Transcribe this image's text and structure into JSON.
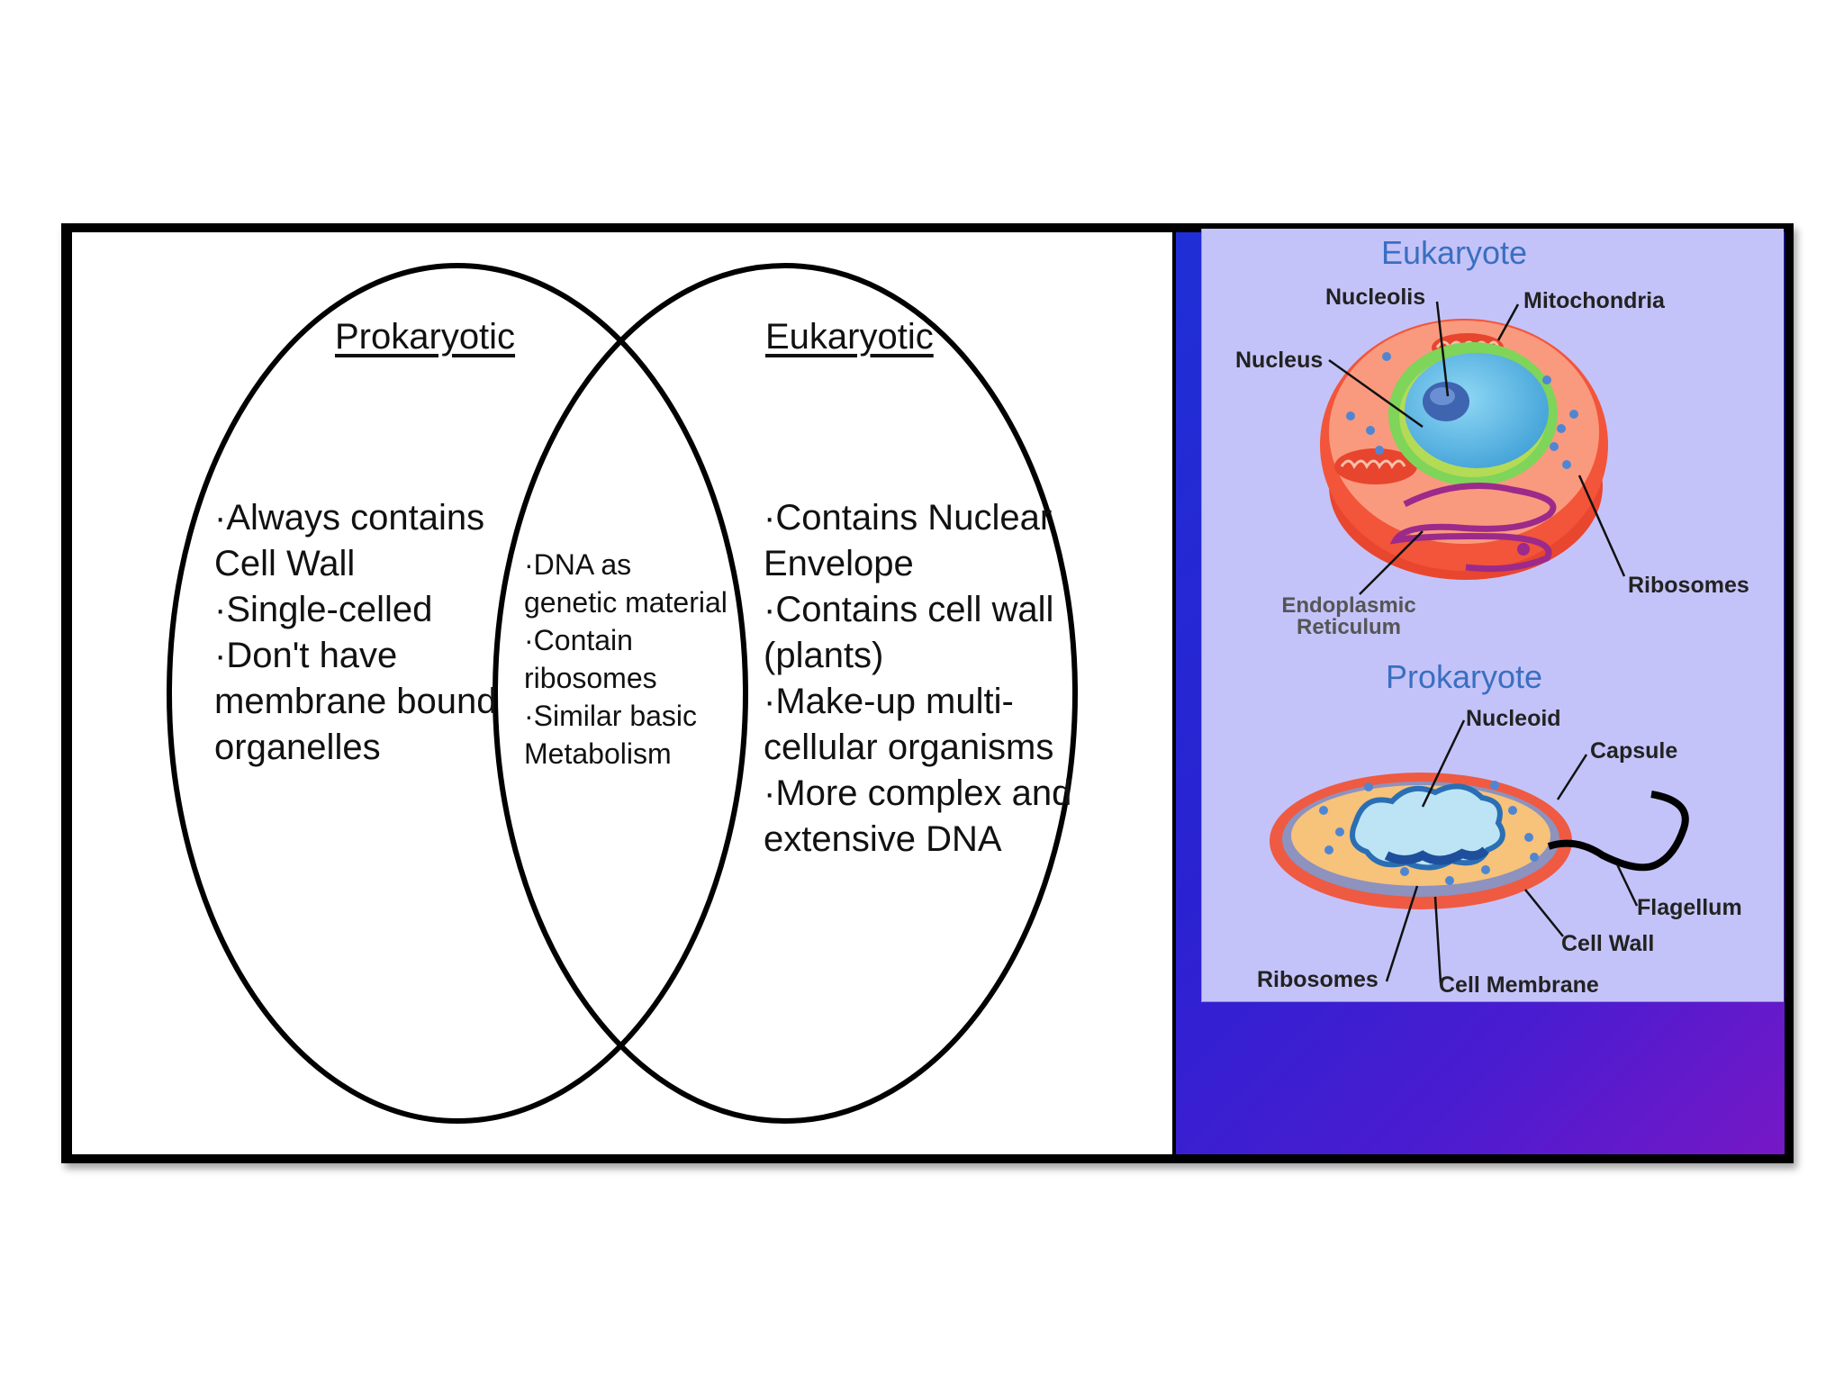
{
  "venn": {
    "left_title": "Prokaryotic",
    "right_title": "Eukaryotic",
    "left_items": [
      "·Always contains",
      "Cell Wall",
      "·Single-celled",
      "·Don't have",
      "membrane bound",
      "organelles"
    ],
    "center_items": [
      "·DNA as",
      "genetic material",
      "·Contain",
      "ribosomes",
      "·Similar basic",
      "Metabolism"
    ],
    "right_items": [
      "·Contains Nuclear",
      "Envelope",
      "·Contains cell wall",
      "(plants)",
      "·Make-up multi-",
      "cellular organisms",
      "·More complex and",
      "extensive DNA"
    ]
  },
  "eukaryote": {
    "title": "Eukaryote",
    "labels": {
      "nucleolis": "Nucleolis",
      "mitochondria": "Mitochondria",
      "nucleus": "Nucleus",
      "er_line1": "Endoplasmic",
      "er_line2": "Reticulum",
      "ribosomes": "Ribosomes"
    }
  },
  "prokaryote": {
    "title": "Prokaryote",
    "labels": {
      "nucleoid": "Nucleoid",
      "capsule": "Capsule",
      "flagellum": "Flagellum",
      "cell_wall": "Cell Wall",
      "ribosomes": "Ribosomes",
      "cell_membrane": "Cell Membrane"
    }
  },
  "colors": {
    "title_blue": "#3a6fc0",
    "cytoplasm": "#f99a7e",
    "membrane_red": "#e8452e",
    "nucleus_blue": "#5bb7e8",
    "envelope_green": "#7fd45a",
    "er_purple": "#9c2a8a",
    "panel_lavender": "#c4c3f9"
  }
}
